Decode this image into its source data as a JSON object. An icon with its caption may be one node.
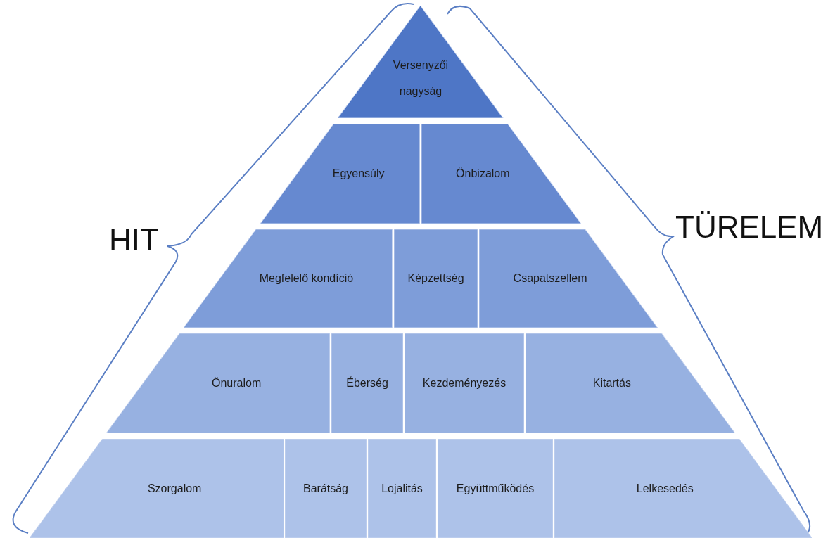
{
  "diagram": {
    "nodes": [
      {
        "text": [
          "Versenyzői nagyság"
        ]
      },
      {
        "text": [
          "Egyensúly"
        ]
      },
      {
        "text": [
          "Önbizalom"
        ]
      },
      {
        "text": [
          "Megfelelő kondíció"
        ]
      },
      {
        "text": [
          "Képzettség"
        ]
      },
      {
        "text": [
          "Csapatszellem"
        ]
      },
      {
        "text": [
          "Önuralom"
        ]
      },
      {
        "text": [
          "Éberség"
        ]
      },
      {
        "text": [
          "Kezdeményezés"
        ]
      },
      {
        "text": [
          "Kitartás"
        ]
      },
      {
        "text": [
          "Szorgalom"
        ]
      },
      {
        "text": [
          "Barátság"
        ]
      },
      {
        "text": [
          "Lojalitás"
        ]
      },
      {
        "text": [
          "Együttműködés"
        ]
      },
      {
        "text": [
          "Lelkesedés"
        ]
      }
    ],
    "labels": [
      "HIT",
      "TÜRELEM"
    ]
  }
}
